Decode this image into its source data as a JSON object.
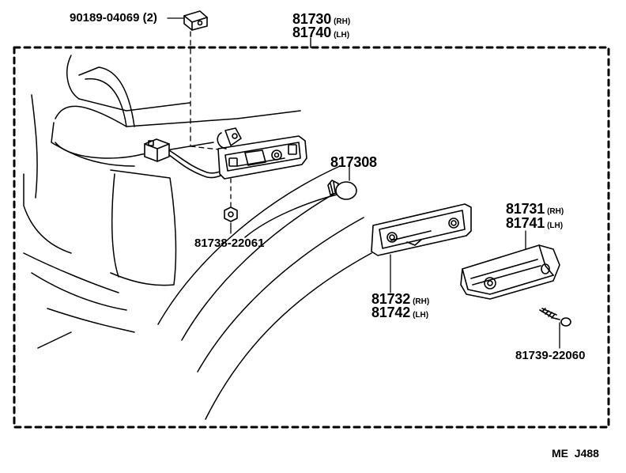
{
  "labels": {
    "p90189": {
      "pn": "90189-04069",
      "qty": "(2)"
    },
    "p81730": {
      "pn": "81730",
      "side": "(RH)"
    },
    "p81740": {
      "pn": "81740",
      "side": "(LH)"
    },
    "p817308": {
      "pn": "817308"
    },
    "p81738": {
      "pn": "81738-22061"
    },
    "p81731": {
      "pn": "81731",
      "side": "(RH)"
    },
    "p81741": {
      "pn": "81741",
      "side": "(LH)"
    },
    "p81732": {
      "pn": "81732",
      "side": "(RH)"
    },
    "p81742": {
      "pn": "81742",
      "side": "(LH)"
    },
    "p81739": {
      "pn": "81739-22060"
    }
  },
  "diagram_code": "ME  J488"
}
